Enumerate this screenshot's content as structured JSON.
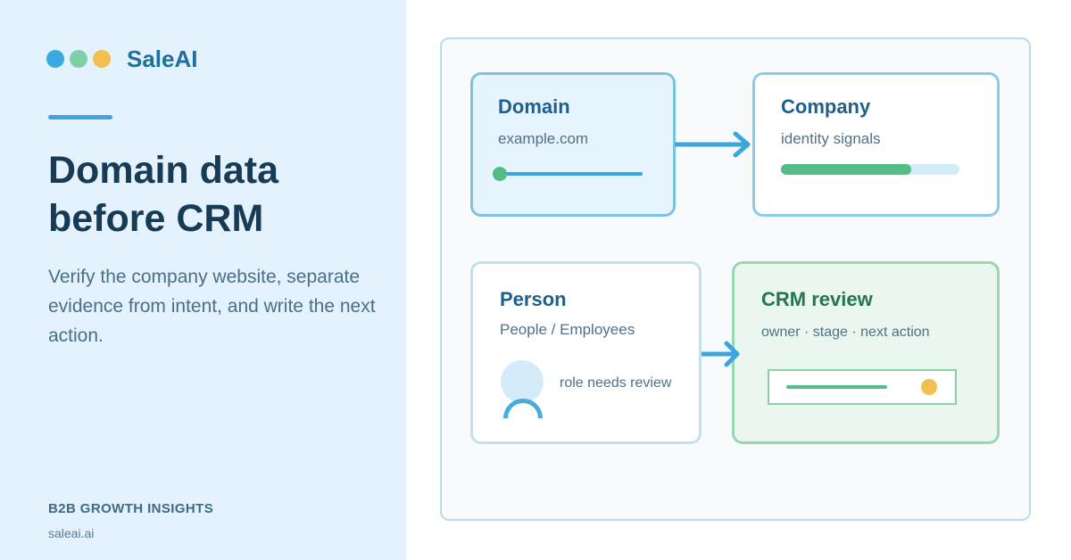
{
  "colors": {
    "left_panel_bg": "#e4f2fd",
    "brand_dots": [
      "#3aa9e0",
      "#7fd0a6",
      "#f1c04e"
    ],
    "accent": "#3ca6dc",
    "green": "#52bd86",
    "yellow": "#f1c04e",
    "light_blue": "#d4ecf9"
  },
  "brand": {
    "name": "SaleAI"
  },
  "headline": "Domain data before CRM",
  "subtext": "Verify the company website, separate evidence from intent, and write the next action.",
  "footer": {
    "kicker": "B2B GROWTH INSIGHTS",
    "url": "saleai.ai"
  },
  "diagram": {
    "domain": {
      "title": "Domain",
      "subtitle": "example.com"
    },
    "company": {
      "title": "Company",
      "subtitle": "identity signals",
      "progress": 0.73
    },
    "person": {
      "title": "Person",
      "subtitle": "People / Employees",
      "note": "role needs review"
    },
    "crm": {
      "title": "CRM review",
      "subtitle": "owner · stage · next action"
    }
  },
  "icons": [
    "domain-dot-icon",
    "arrow-right-icon",
    "avatar-icon",
    "status-dot-icon"
  ]
}
